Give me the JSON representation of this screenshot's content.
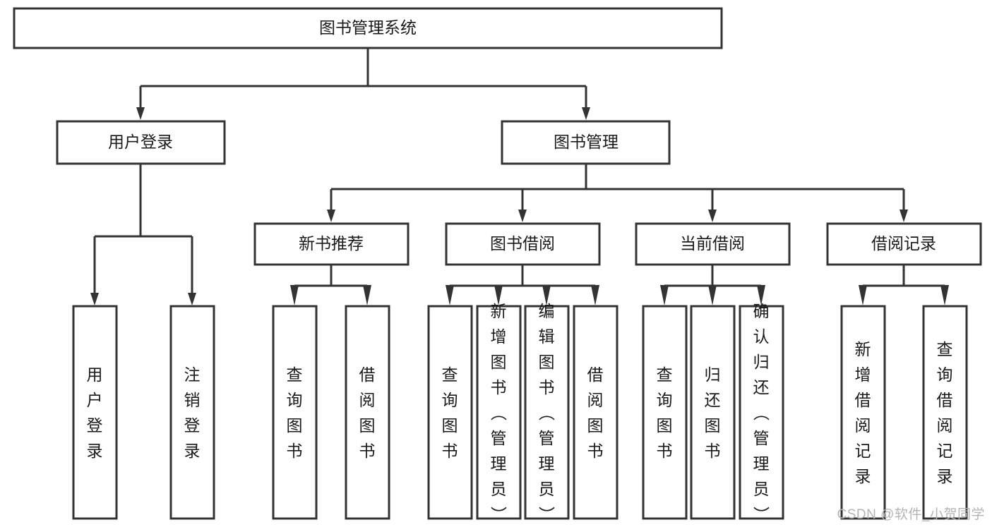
{
  "diagram": {
    "type": "tree-hierarchy",
    "title": "图书管理系统",
    "watermark": "CSDN @软件_小贺同学",
    "colors": {
      "box_fill": "#ffffff",
      "box_stroke": "#333333",
      "text": "#1a1a1a",
      "background": "#ffffff",
      "watermark": "#b4b4b4"
    },
    "root": {
      "id": "root",
      "label": "图书管理系统",
      "orientation": "horizontal"
    },
    "level1": [
      {
        "id": "user-login",
        "label": "用户登录",
        "orientation": "horizontal"
      },
      {
        "id": "book-management",
        "label": "图书管理",
        "orientation": "horizontal"
      }
    ],
    "level2": [
      {
        "id": "new-book-recommend",
        "label": "新书推荐",
        "parent": "book-management",
        "orientation": "horizontal"
      },
      {
        "id": "book-borrow",
        "label": "图书借阅",
        "parent": "book-management",
        "orientation": "horizontal"
      },
      {
        "id": "current-borrow",
        "label": "当前借阅",
        "parent": "book-management",
        "orientation": "horizontal"
      },
      {
        "id": "borrow-record",
        "label": "借阅记录",
        "parent": "book-management",
        "orientation": "horizontal"
      }
    ],
    "leaves": [
      {
        "id": "leaf-user-login",
        "label": "用户登录",
        "parent": "user-login",
        "orientation": "vertical"
      },
      {
        "id": "leaf-logout-login",
        "label": "注销登录",
        "parent": "user-login",
        "orientation": "vertical"
      },
      {
        "id": "leaf-query-book-1",
        "label": "查询图书",
        "parent": "new-book-recommend",
        "orientation": "vertical"
      },
      {
        "id": "leaf-borrow-book-1",
        "label": "借阅图书",
        "parent": "new-book-recommend",
        "orientation": "vertical"
      },
      {
        "id": "leaf-query-book-2",
        "label": "查询图书",
        "parent": "book-borrow",
        "orientation": "vertical"
      },
      {
        "id": "leaf-add-book",
        "label": "新增图书（管理员）",
        "parent": "book-borrow",
        "orientation": "vertical"
      },
      {
        "id": "leaf-edit-book",
        "label": "编辑图书（管理员）",
        "parent": "book-borrow",
        "orientation": "vertical"
      },
      {
        "id": "leaf-borrow-book-2",
        "label": "借阅图书",
        "parent": "book-borrow",
        "orientation": "vertical"
      },
      {
        "id": "leaf-query-book-3",
        "label": "查询图书",
        "parent": "current-borrow",
        "orientation": "vertical"
      },
      {
        "id": "leaf-return-book",
        "label": "归还图书",
        "parent": "current-borrow",
        "orientation": "vertical"
      },
      {
        "id": "leaf-confirm-return",
        "label": "确认归还（管理员）",
        "parent": "current-borrow",
        "orientation": "vertical"
      },
      {
        "id": "leaf-add-record",
        "label": "新增借阅记录",
        "parent": "borrow-record",
        "orientation": "vertical"
      },
      {
        "id": "leaf-query-record",
        "label": "查询借阅记录",
        "parent": "borrow-record",
        "orientation": "vertical"
      }
    ]
  }
}
